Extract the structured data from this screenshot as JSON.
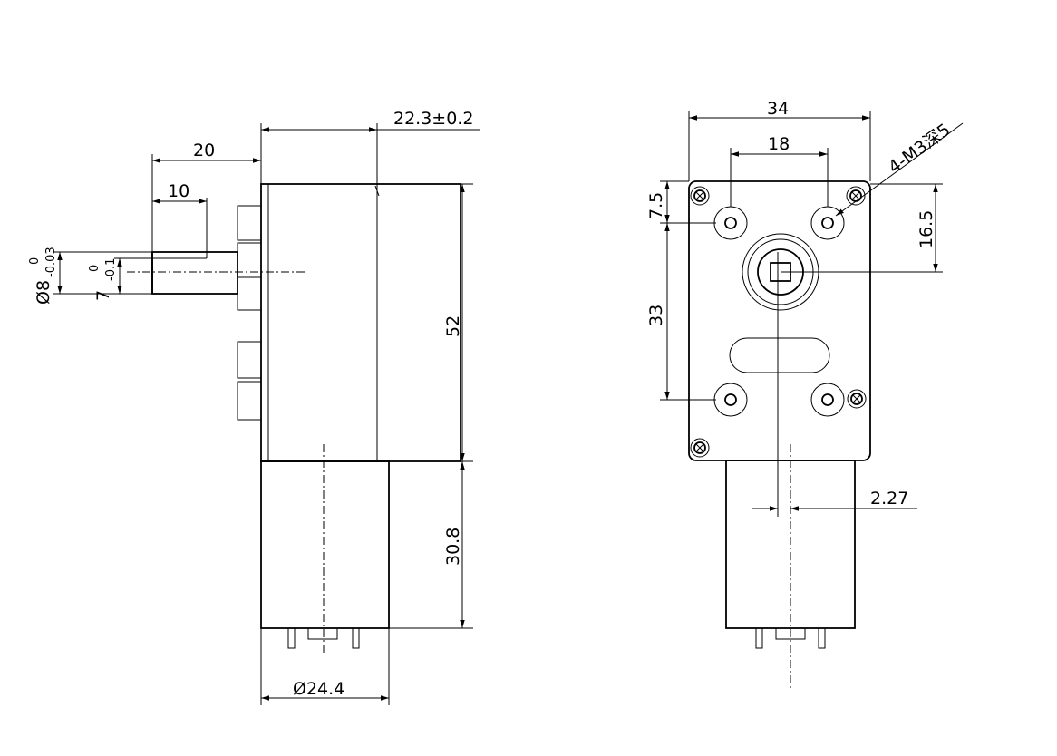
{
  "side_view": {
    "shaft_length": "20",
    "flat_length": "10",
    "shaft_diameter": "Ø8",
    "shaft_tol_upper": "0",
    "shaft_tol_lower": "-0.03",
    "flat_size": "7",
    "flat_tol_upper": "0",
    "flat_tol_lower": "-0.1",
    "gearbox_width": "22.3±0.2",
    "gearbox_height": "52",
    "motor_length": "30.8",
    "motor_diameter": "Ø24.4"
  },
  "front_view": {
    "width": "34",
    "hole_spacing_top": "18",
    "hole_note": "4-M3深5",
    "top_offset": "7.5",
    "shaft_offset": "16.5",
    "hole_spacing_vertical": "33",
    "eccentricity": "2.27"
  }
}
